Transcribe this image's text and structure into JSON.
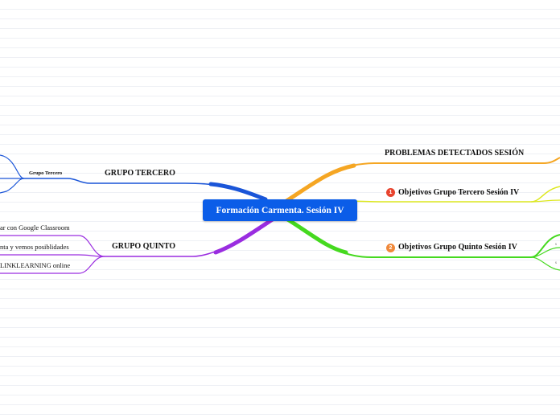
{
  "central": {
    "title": "Formación Carmenta. Sesión IV",
    "color": "#0b5de8"
  },
  "branches": {
    "problemas": {
      "label": "PROBLEMAS DETECTADOS SESIÓN",
      "color": "#f5a623"
    },
    "tercero_obj": {
      "label": "Objetivos Grupo Tercero Sesión IV",
      "badge": "1",
      "badge_color": "#e8432e",
      "color": "#dde81e"
    },
    "quinto_obj": {
      "label": "Objetivos Grupo Quinto Sesión IV",
      "badge": "2",
      "badge_color": "#f0883a",
      "color": "#45d91f"
    },
    "grupo_tercero": {
      "label": "GRUPO TERCERO",
      "color": "#1a55d8",
      "child": "Grupo Tercero"
    },
    "grupo_quinto": {
      "label": "GRUPO QUINTO",
      "color": "#9a2de0",
      "children": [
        "ar con Google Classroom",
        "nta y vemos posiblidades",
        "LINKLEARNING online"
      ]
    },
    "quinto_right_children": [
      "s",
      "s"
    ]
  }
}
